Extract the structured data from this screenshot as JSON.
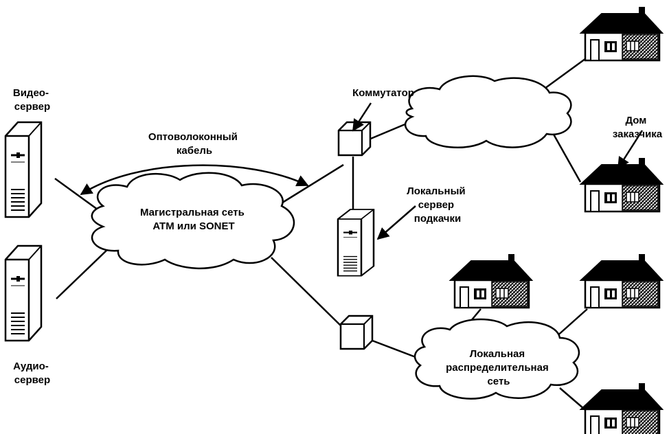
{
  "labels": {
    "video_server": [
      "Видео-",
      "сервер"
    ],
    "audio_server": [
      "Аудио-",
      "сервер"
    ],
    "fiber_cable": [
      "Оптоволоконный",
      "кабель"
    ],
    "backbone": [
      "Магистральная сеть",
      "ATM или SONET"
    ],
    "switch": "Коммутатор",
    "local_server": [
      "Локальный",
      "сервер",
      "подкачки"
    ],
    "customer_home": [
      "Дом",
      "заказчика"
    ],
    "local_distribution": [
      "Локальная",
      "распределительная",
      "сеть"
    ]
  },
  "colors": {
    "ink": "#000000",
    "paper": "#ffffff"
  }
}
